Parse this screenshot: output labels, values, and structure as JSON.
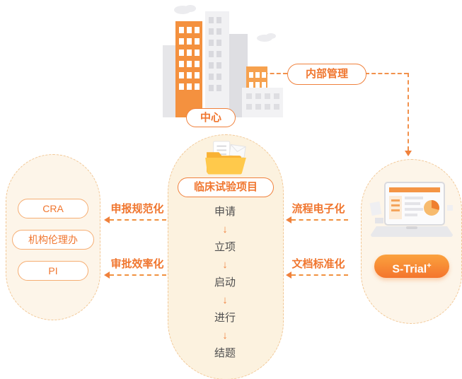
{
  "colors": {
    "accent_orange": "#F0762F",
    "strong_border_orange": "#F0813C",
    "pill_border_light": "#F6AE73",
    "capsule_border": "#F2C795",
    "capsule_bg_center": "#FCF2DF",
    "capsule_bg_side": "#FDF5E9",
    "step_text": "#4F4F4F",
    "button_gradient_top": "#FBA23E",
    "button_gradient_bottom": "#F4752D"
  },
  "header": {
    "center_hub_label": "中心",
    "internal_management_label": "内部管理"
  },
  "left_panel": {
    "items": [
      "CRA",
      "机构伦理办",
      "PI"
    ]
  },
  "center_panel": {
    "title": "临床试验项目",
    "steps": [
      "申请",
      "立项",
      "启动",
      "进行",
      "结题"
    ]
  },
  "right_panel": {
    "product_label": "S-Trial",
    "product_superscript": "+"
  },
  "annotations": {
    "left_top": "申报规范化",
    "left_bottom": "审批效率化",
    "right_top": "流程电子化",
    "right_bottom": "文档标准化"
  },
  "glyphs": {
    "down_arrow": "↓"
  },
  "icons": {
    "buildings": "city-buildings-illustration",
    "folder": "folder-documents-icon",
    "laptop": "laptop-illustration",
    "down_arrow": "down-arrow-icon"
  }
}
